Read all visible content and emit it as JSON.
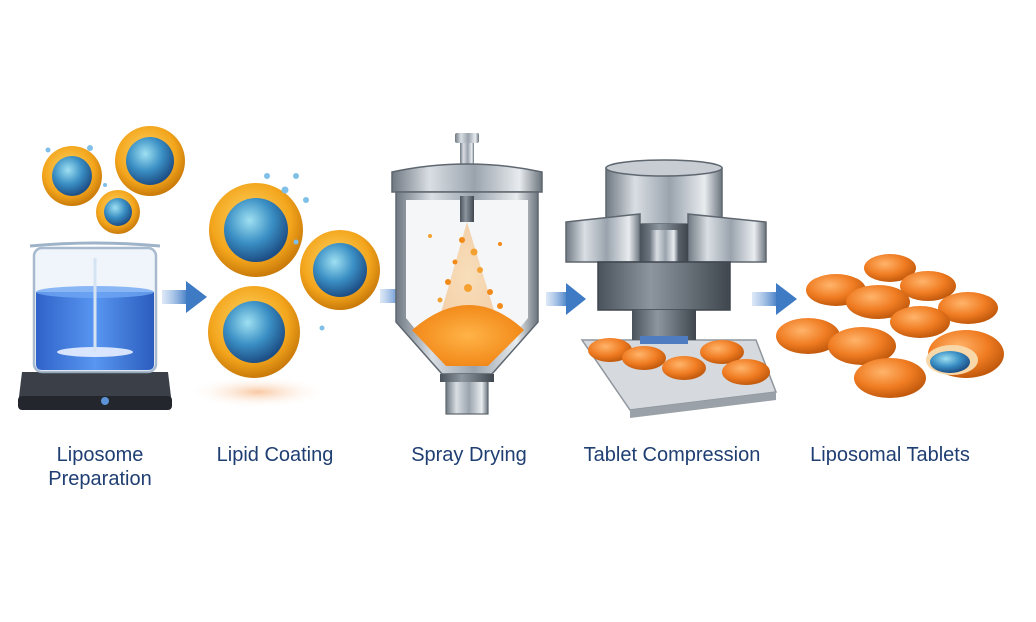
{
  "steps": [
    {
      "id": "liposome-preparation",
      "label_lines": [
        "Liposome",
        "Preparation"
      ]
    },
    {
      "id": "lipid-coating",
      "label_lines": [
        "Lipid Coating"
      ]
    },
    {
      "id": "spray-drying",
      "label_lines": [
        "Spray Drying"
      ]
    },
    {
      "id": "tablet-compression",
      "label_lines": [
        "Tablet Compression"
      ]
    },
    {
      "id": "liposomal-tablets",
      "label_lines": [
        "Liposomal Tablets"
      ]
    }
  ],
  "colors": {
    "label_text": "#1f3e72",
    "arrow": "#3f7ac4",
    "liposome_shell": "#f3a51c",
    "liposome_core": "#2f78b5",
    "liquid": "#2a6fd6",
    "steel": "#9aa3ad",
    "tablet": "#f07c22"
  }
}
